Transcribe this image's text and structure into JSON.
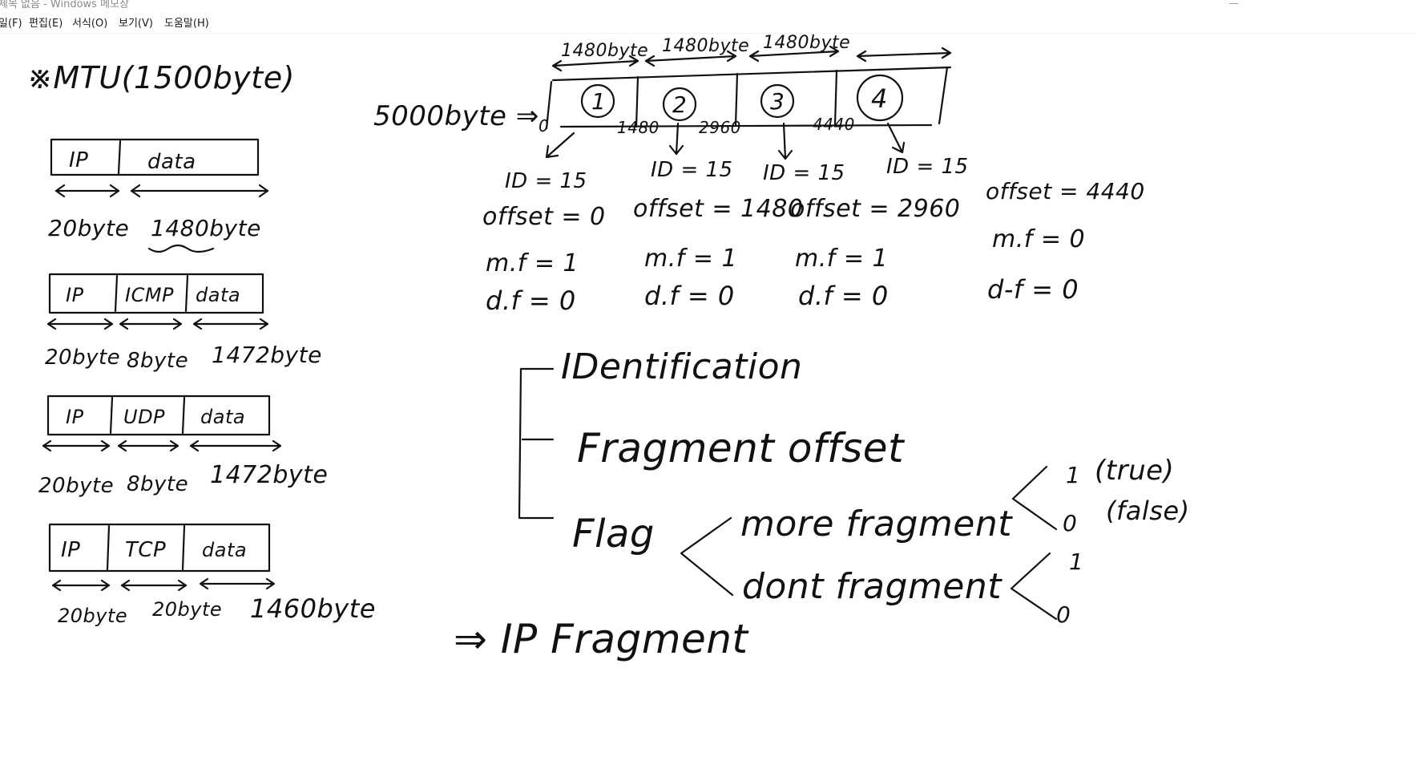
{
  "window": {
    "title": "제목 없음 - Windows 메모장",
    "minimize_glyph": "—"
  },
  "menu": {
    "file": "일(F)",
    "edit": "편집(E)",
    "format": "서식(O)",
    "view": "보기(V)",
    "help": "도움말(H)"
  },
  "notes": {
    "mtu_title": "※MTU(1500byte)",
    "ip_data": {
      "cells": [
        "IP",
        "data"
      ],
      "sizes": [
        "20byte",
        "1480byte"
      ]
    },
    "ip_icmp": {
      "cells": [
        "IP",
        "ICMP",
        "data"
      ],
      "sizes": [
        "20byte",
        "8byte",
        "1472byte"
      ]
    },
    "ip_udp": {
      "cells": [
        "IP",
        "UDP",
        "data"
      ],
      "sizes": [
        "20byte",
        "8byte",
        "1472byte"
      ]
    },
    "ip_tcp": {
      "cells": [
        "IP",
        "TCP",
        "data"
      ],
      "sizes": [
        "20byte",
        "20byte",
        "1460byte"
      ]
    },
    "fragment_diagram": {
      "total_label": "5000byte ⇒",
      "top_sizes": [
        "1480byte",
        "1480byte",
        "1480byte"
      ],
      "pieces": [
        "1",
        "2",
        "3",
        "4"
      ],
      "offset_ticks": [
        "0",
        "1480",
        "2960",
        "4440"
      ],
      "fragments": [
        {
          "id": "ID = 15",
          "offset": "offset = 0",
          "mf": "m.f = 1",
          "df": "d.f = 0"
        },
        {
          "id": "ID = 15",
          "offset": "offset = 1480",
          "mf": "m.f = 1",
          "df": "d.f = 0"
        },
        {
          "id": "ID = 15",
          "offset": "offset = 2960",
          "mf": "m.f = 1",
          "df": "d.f = 0"
        },
        {
          "id": "ID = 15",
          "offset": "offset = 4440",
          "mf": "m.f = 0",
          "df": "d-f = 0"
        }
      ]
    },
    "header_fields": {
      "identification": "IDentification",
      "fragment_offset": "Fragment offset",
      "flag": "Flag",
      "more_fragment": "more fragment",
      "dont_fragment": "dont fragment",
      "mf_one": "1",
      "mf_true": "(true)",
      "mf_zero": "0",
      "mf_false": "(false)",
      "df_one": "1",
      "df_zero": "0"
    },
    "conclusion": "⇒ IP  Fragment"
  }
}
